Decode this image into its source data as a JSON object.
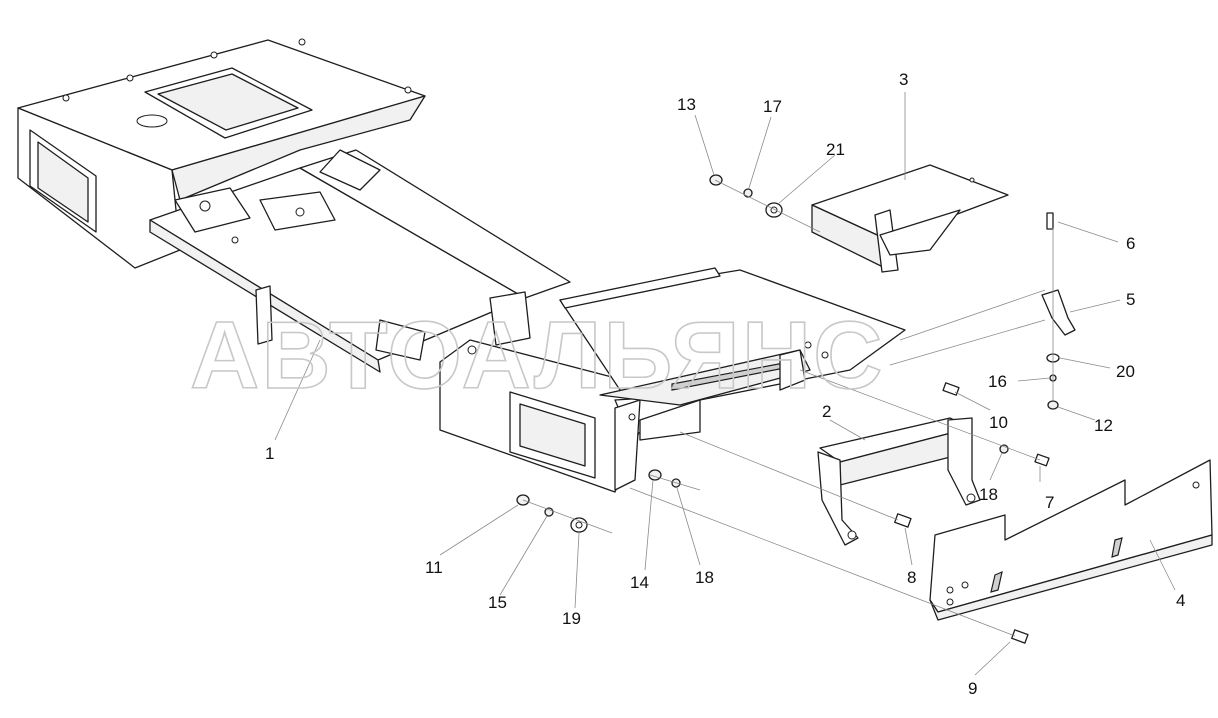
{
  "watermark": "АВТОАЛЬЯНС",
  "callouts": {
    "c1": "1",
    "c2": "2",
    "c3": "3",
    "c4": "4",
    "c5": "5",
    "c6": "6",
    "c7": "7",
    "c8": "8",
    "c9": "9",
    "c10": "10",
    "c11": "11",
    "c12": "12",
    "c13": "13",
    "c14": "14",
    "c15": "15",
    "c16": "16",
    "c17": "17",
    "c18a": "18",
    "c18b": "18",
    "c19": "19",
    "c20": "20",
    "c21": "21"
  }
}
